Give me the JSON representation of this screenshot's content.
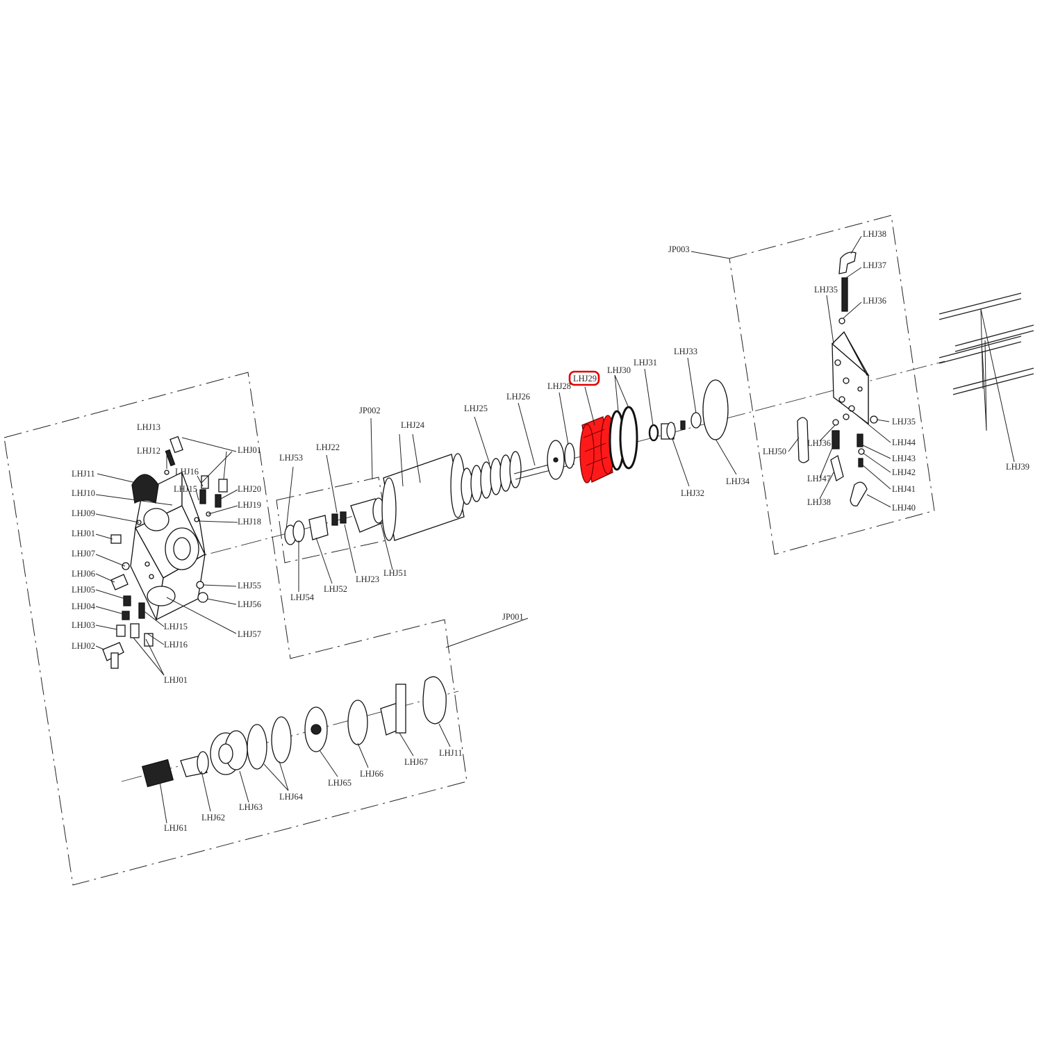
{
  "highlight_color": "#ff1a1a",
  "highlighted_part": "LHJ29",
  "groups": {
    "jp001": "JP001",
    "jp002": "JP002",
    "jp003": "JP003"
  },
  "labels": {
    "lhj01_a": "LHJ01",
    "lhj01_b": "LHJ01",
    "lhj01_c": "LHJ01",
    "lhj02": "LHJ02",
    "lhj03": "LHJ03",
    "lhj04": "LHJ04",
    "lhj05": "LHJ05",
    "lhj06": "LHJ06",
    "lhj07": "LHJ07",
    "lhj09": "LHJ09",
    "lhj10": "LHJ10",
    "lhj11_a": "LHJ11",
    "lhj11_b": "LHJ11",
    "lhj12": "LHJ12",
    "lhj13": "LHJ13",
    "lhj15_a": "LHJ15",
    "lhj15_b": "LHJ15",
    "lhj16_a": "LHJ16",
    "lhj16_b": "LHJ16",
    "lhj18": "LHJ18",
    "lhj19": "LHJ19",
    "lhj20": "LHJ20",
    "lhj22": "LHJ22",
    "lhj23": "LHJ23",
    "lhj24": "LHJ24",
    "lhj25": "LHJ25",
    "lhj26": "LHJ26",
    "lhj28": "LHJ28",
    "lhj29": "LHJ29",
    "lhj30": "LHJ30",
    "lhj31": "LHJ31",
    "lhj32": "LHJ32",
    "lhj33": "LHJ33",
    "lhj34": "LHJ34",
    "lhj35_a": "LHJ35",
    "lhj35_b": "LHJ35",
    "lhj36_a": "LHJ36",
    "lhj36_b": "LHJ36",
    "lhj37": "LHJ37",
    "lhj38_a": "LHJ38",
    "lhj38_b": "LHJ38",
    "lhj39": "LHJ39",
    "lhj40": "LHJ40",
    "lhj41": "LHJ41",
    "lhj42": "LHJ42",
    "lhj43": "LHJ43",
    "lhj44": "LHJ44",
    "lhj47": "LHJ47",
    "lhj50": "LHJ50",
    "lhj51": "LHJ51",
    "lhj52": "LHJ52",
    "lhj53": "LHJ53",
    "lhj54": "LHJ54",
    "lhj55": "LHJ55",
    "lhj56": "LHJ56",
    "lhj57": "LHJ57",
    "lhj61": "LHJ61",
    "lhj62": "LHJ62",
    "lhj63": "LHJ63",
    "lhj64": "LHJ64",
    "lhj65": "LHJ65",
    "lhj66": "LHJ66",
    "lhj67": "LHJ67"
  }
}
